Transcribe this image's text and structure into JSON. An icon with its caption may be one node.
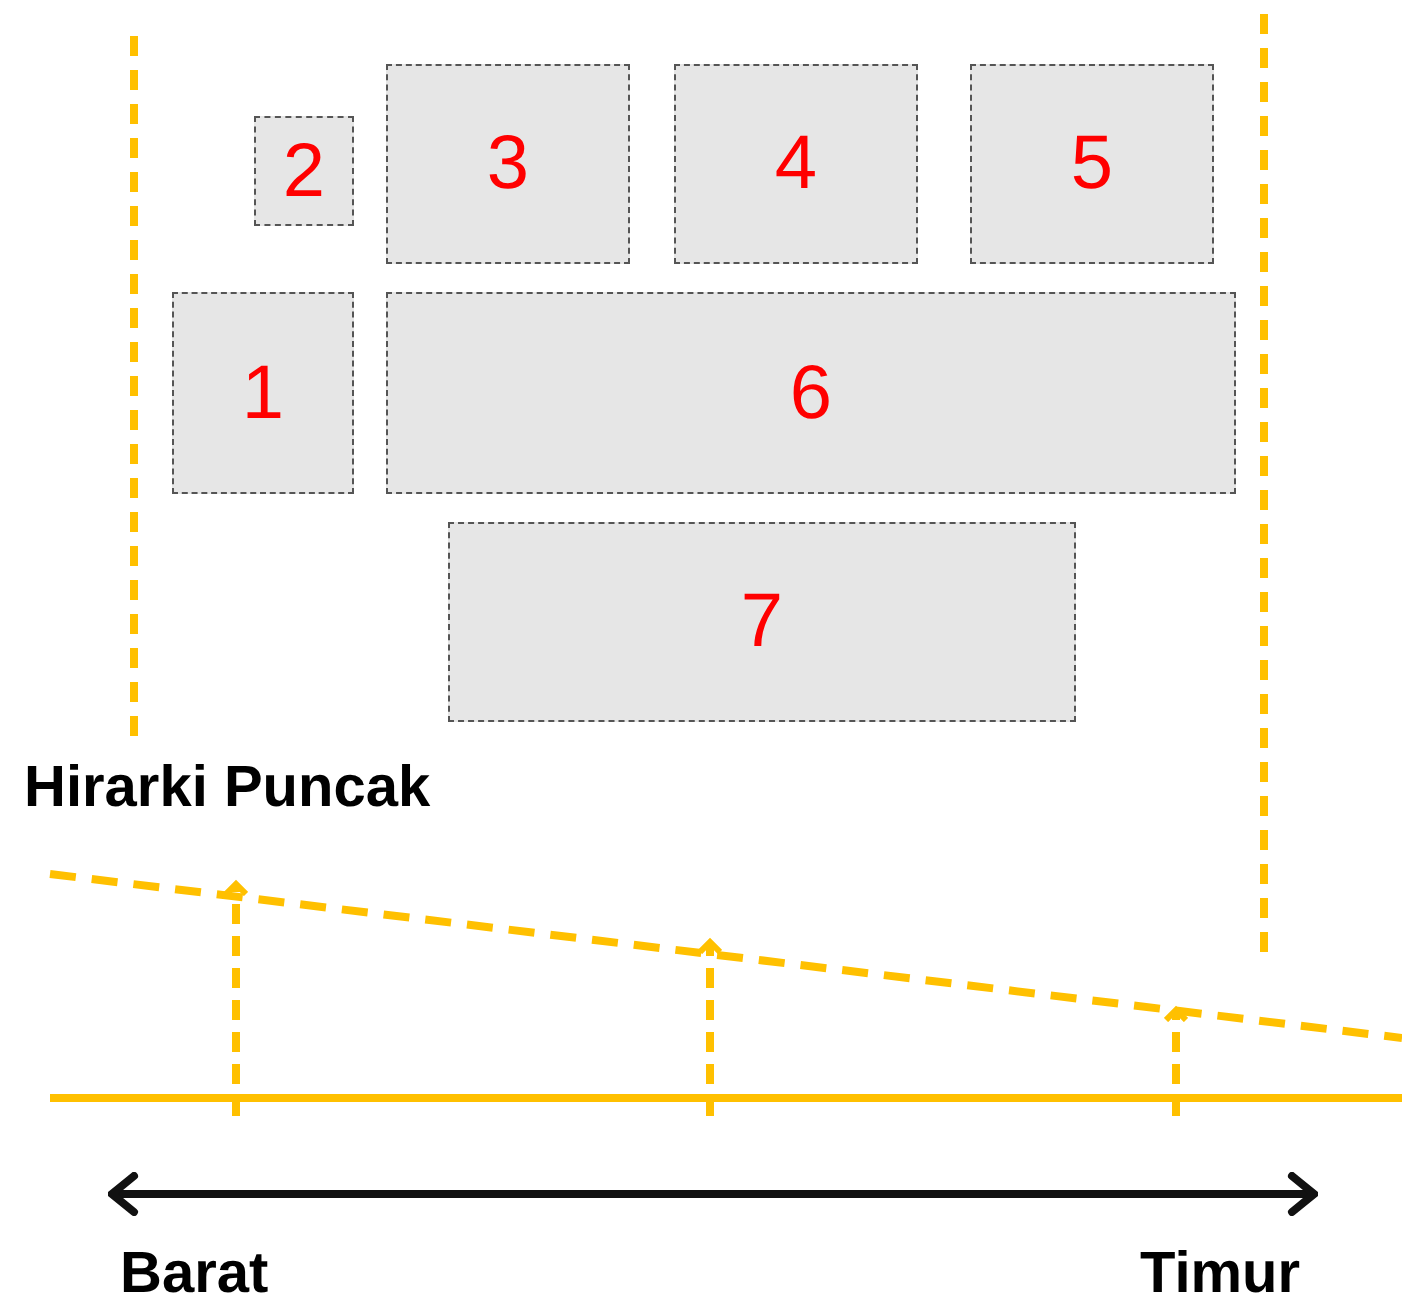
{
  "diagram": {
    "nodes": [
      {
        "text": [
          "2"
        ]
      },
      {
        "text": [
          "3"
        ]
      },
      {
        "text": [
          "4"
        ]
      },
      {
        "text": [
          "5"
        ]
      },
      {
        "text": [
          "1"
        ]
      },
      {
        "text": [
          "6"
        ]
      },
      {
        "text": [
          "7"
        ]
      }
    ],
    "labels": [
      "Hirarki Puncak",
      "Barat",
      "Timur"
    ]
  }
}
